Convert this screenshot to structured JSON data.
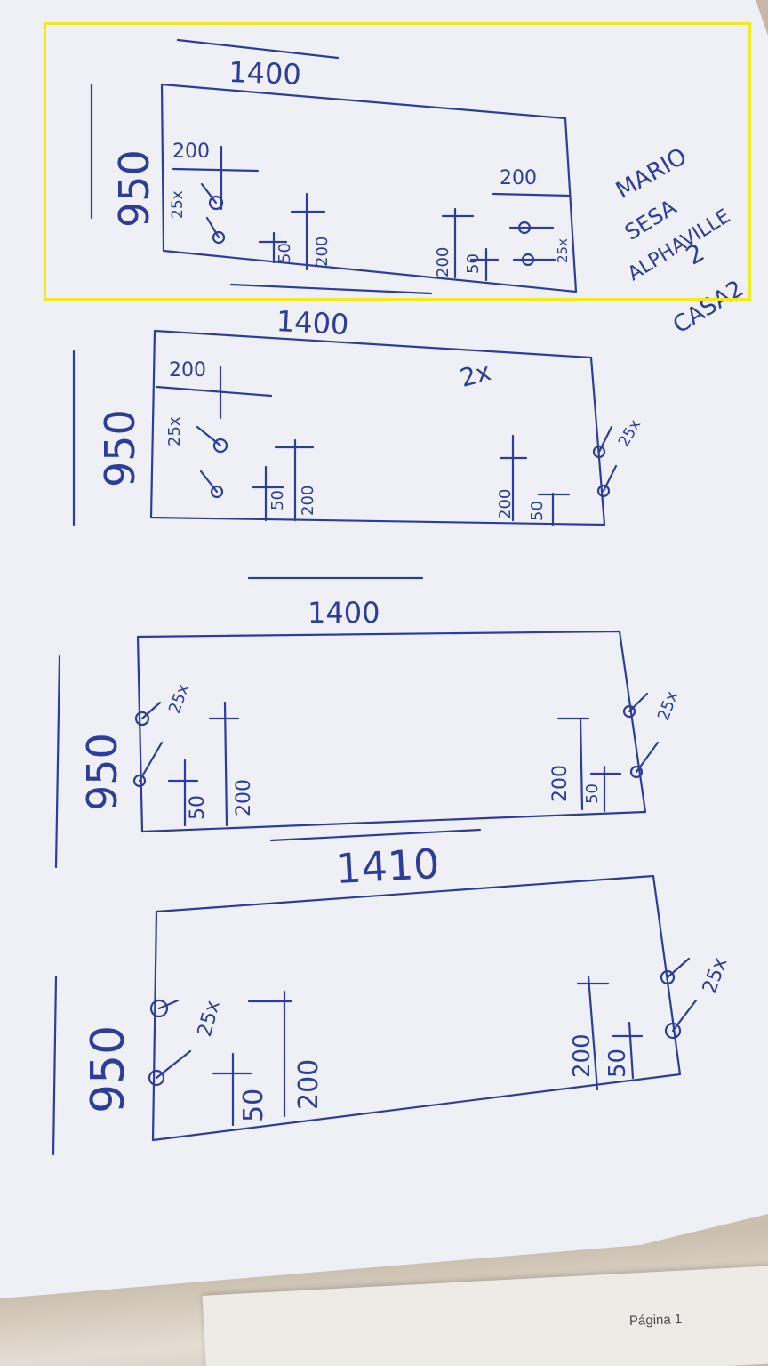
{
  "panels": [
    {
      "width_label": "1400",
      "height_label": "950",
      "left_notes": [
        "200",
        "25x",
        "50",
        "200"
      ],
      "right_notes": [
        "200",
        "200",
        "50",
        "25x"
      ]
    },
    {
      "width_label": "1400",
      "height_label": "950",
      "quantity_note": "2x",
      "left_notes": [
        "200",
        "25x",
        "50",
        "200"
      ],
      "right_notes": [
        "200",
        "50",
        "25x"
      ]
    },
    {
      "width_label": "1400",
      "height_label": "950",
      "left_notes": [
        "25x",
        "50",
        "200"
      ],
      "right_notes": [
        "200",
        "50",
        "25x"
      ]
    },
    {
      "width_label": "1410",
      "height_label": "950",
      "left_notes": [
        "25x",
        "50",
        "200"
      ],
      "right_notes": [
        "200",
        "50",
        "25x"
      ]
    }
  ],
  "client_note": [
    "MARIO",
    "SESA",
    "ALPHAVILLE",
    "2",
    "CASA2"
  ],
  "footer": "Página 1",
  "colors": {
    "ink": "#2f3d9a",
    "paper": "#eef0f6",
    "highlight": "#f2ea1d"
  }
}
